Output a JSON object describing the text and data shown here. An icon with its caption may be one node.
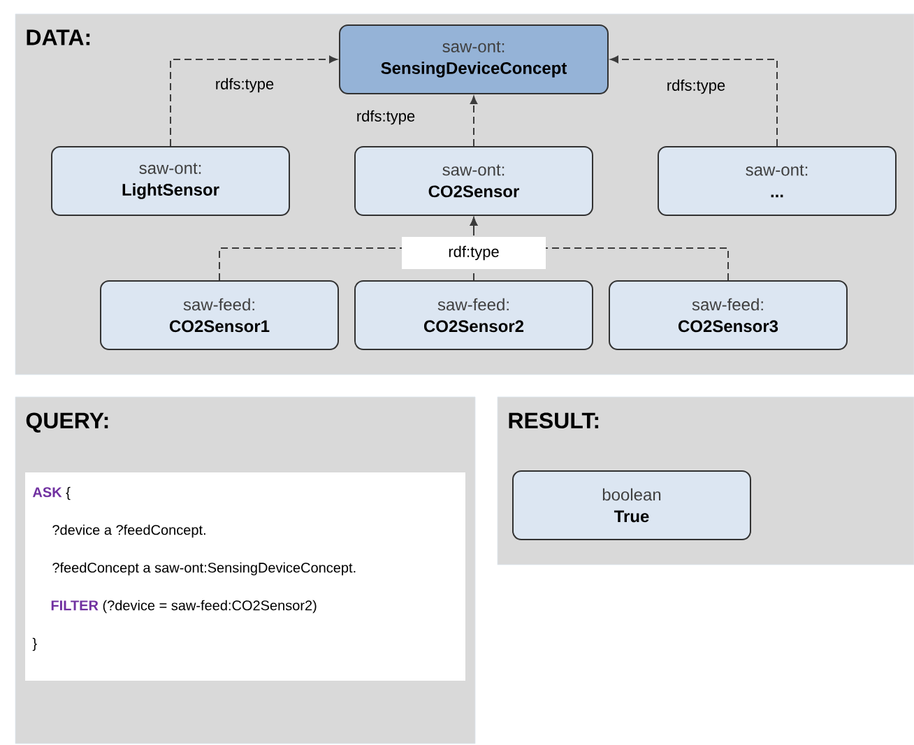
{
  "diagram": {
    "nodes": [
      {
        "text": [
          "DATA:"
        ]
      },
      {
        "text": [
          "saw-ont:",
          "SensingDeviceConcept"
        ],
        "in": 0
      },
      {
        "text": [
          "saw-ont:",
          "LightSensor"
        ],
        "in": 0
      },
      {
        "text": [
          "saw-ont:",
          "CO2Sensor"
        ],
        "in": 0
      },
      {
        "text": [
          "saw-ont:",
          "..."
        ],
        "in": 0
      },
      {
        "text": [
          "saw-feed:",
          "CO2Sensor1"
        ],
        "in": 0
      },
      {
        "text": [
          "saw-feed:",
          "CO2Sensor2"
        ],
        "in": 0
      },
      {
        "text": [
          "saw-feed:",
          "CO2Sensor3"
        ],
        "in": 0
      },
      {
        "text": [
          "QUERY:"
        ]
      },
      {
        "text": [
          "**ASK** {",
          "?device a ?feedConcept.",
          "?feedConcept a saw-ont:SensingDeviceConcept.",
          "**FILTER** (?device = saw-feed:CO2Sensor2)",
          "}"
        ],
        "in": 8
      },
      {
        "text": [
          "RESULT:"
        ]
      },
      {
        "text": [
          "boolean",
          "True"
        ],
        "in": 10
      }
    ],
    "edges": [
      {
        "from": 2,
        "to": 1,
        "arrow": "to",
        "style": "dashed",
        "label": "rdfs:type"
      },
      {
        "from": 3,
        "to": 1,
        "arrow": "to",
        "style": "dashed",
        "label": "rdfs:type"
      },
      {
        "from": 4,
        "to": 1,
        "arrow": "to",
        "style": "dashed",
        "label": "rdfs:type"
      },
      {
        "from": 5,
        "to": 3,
        "arrow": "to",
        "style": "dashed"
      },
      {
        "from": 6,
        "to": 3,
        "arrow": "to",
        "style": "dashed",
        "label": "rdf:type"
      },
      {
        "from": 7,
        "to": 3,
        "arrow": "to",
        "style": "dashed"
      }
    ]
  }
}
